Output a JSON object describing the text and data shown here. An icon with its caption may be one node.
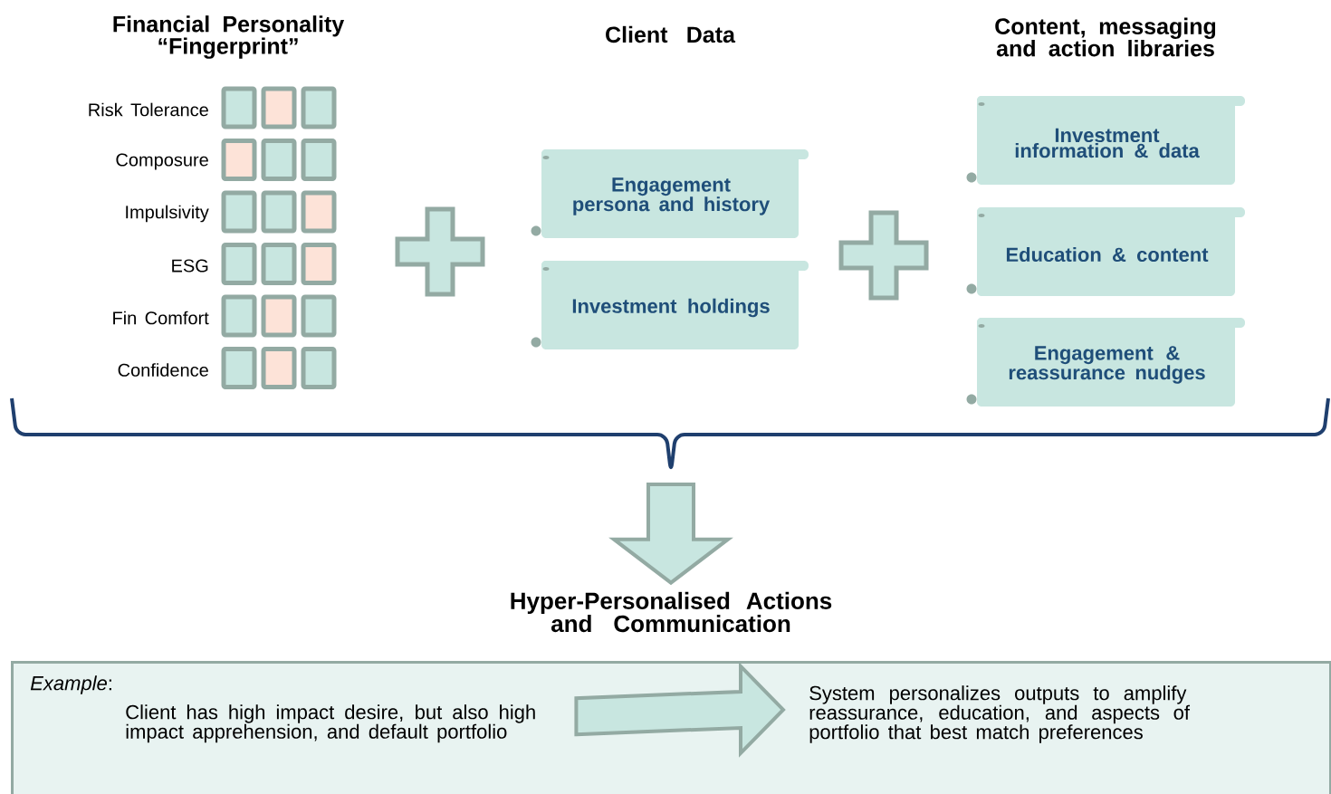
{
  "diagram": {
    "nodes": [
      {
        "text": [
          "Engagement persona and history"
        ]
      },
      {
        "text": [
          "Investment holdings"
        ]
      },
      {
        "text": [
          "Investment information & data"
        ]
      },
      {
        "text": [
          "Education & content"
        ]
      },
      {
        "text": [
          "Engagement & reassurance nudges"
        ]
      },
      {
        "text": [
          "*Example*:"
        ]
      },
      {
        "text": [
          "Client has high impact desire, but also high impact apprehension, and default portfolio"
        ],
        "in": 5
      },
      {
        "text": [
          "System personalizes outputs to amplify reassurance, education, and aspects of portfolio that best match preferences"
        ],
        "in": 5
      },
      {
        "text": [
          "Hyper-Personalised Actions and Communication"
        ]
      },
      {
        "text": [],
        "shape": "plus"
      },
      {
        "text": [],
        "shape": "plus"
      }
    ],
    "edges": [
      {
        "from": null,
        "to": 8,
        "arrow": "to"
      },
      {
        "from": 6,
        "to": 7,
        "arrow": "to"
      }
    ],
    "labels": [
      "Financial Personality “Fingerprint”",
      "Client Data",
      "Content, messaging and action libraries",
      "Risk Tolerance",
      "Composure",
      "Impulsivity",
      "ESG",
      "Fin Comfort",
      "Confidence"
    ]
  }
}
